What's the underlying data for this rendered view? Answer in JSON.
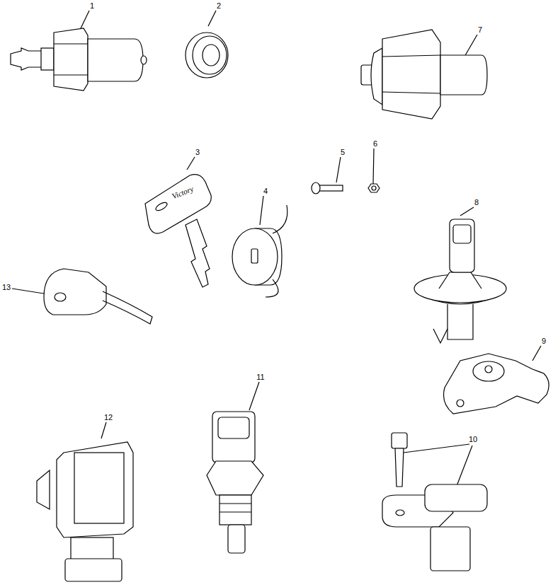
{
  "diagram": {
    "labels": [
      "1",
      "2",
      "7",
      "3",
      "5",
      "6",
      "4",
      "8",
      "13",
      "9",
      "11",
      "12",
      "10",
      "Victory"
    ]
  }
}
